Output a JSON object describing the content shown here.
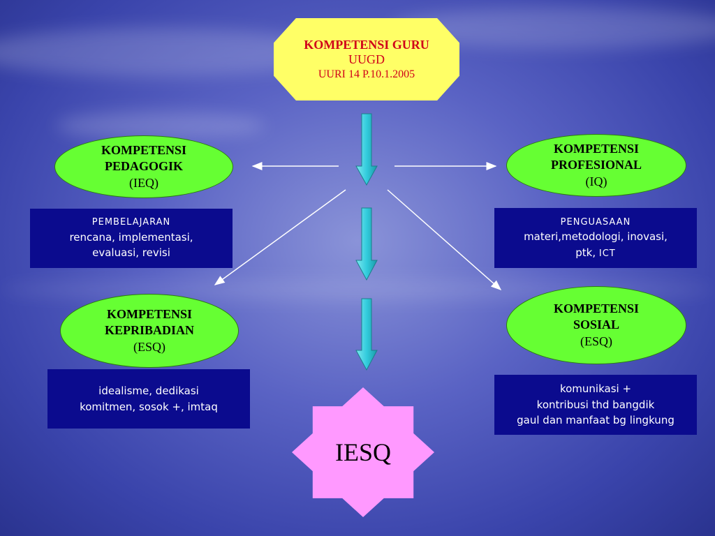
{
  "top": {
    "line1": "KOMPETENSI GURU",
    "line2": "UUGD",
    "line3": "UURI 14 P.10.1.2005"
  },
  "pedagogik": {
    "line1": "KOMPETENSI",
    "line2": "PEDAGOGIK",
    "line3": "(IEQ)"
  },
  "profesional": {
    "line1": "KOMPETENSI",
    "line2": "PROFESIONAL",
    "line3": "(IQ)"
  },
  "kepribadian": {
    "line1": "KOMPETENSI",
    "line2": "KEPRIBADIAN",
    "line3": "(ESQ)"
  },
  "sosial": {
    "line1": "KOMPETENSI",
    "line2": "SOSIAL",
    "line3": "(ESQ)"
  },
  "pembelajaran": {
    "line1": "PEMBELAJARAN",
    "line2": "rencana, implementasi,",
    "line3": "evaluasi, revisi"
  },
  "penguasaan": {
    "line1": "PENGUASAAN",
    "line2": "materi,metodologi, inovasi,",
    "line3a": "ptk, ",
    "line3b": "ICT"
  },
  "kepribadian_desc": {
    "line1": "idealisme, dedikasi",
    "line2": "komitmen, sosok +,  imtaq"
  },
  "sosial_desc": {
    "line1": "komunikasi +",
    "line2": "kontribusi thd bangdik",
    "line3": "gaul dan manfaat bg lingkung"
  },
  "result": {
    "label": "IESQ"
  },
  "colors": {
    "top_fill": "#ffff66",
    "top_text": "#d0001a",
    "ellipse_fill": "#66ff33",
    "desc_fill": "#0b0b8e",
    "star_fill": "#ff99ff",
    "arrow_fill": "#33ccdd"
  }
}
